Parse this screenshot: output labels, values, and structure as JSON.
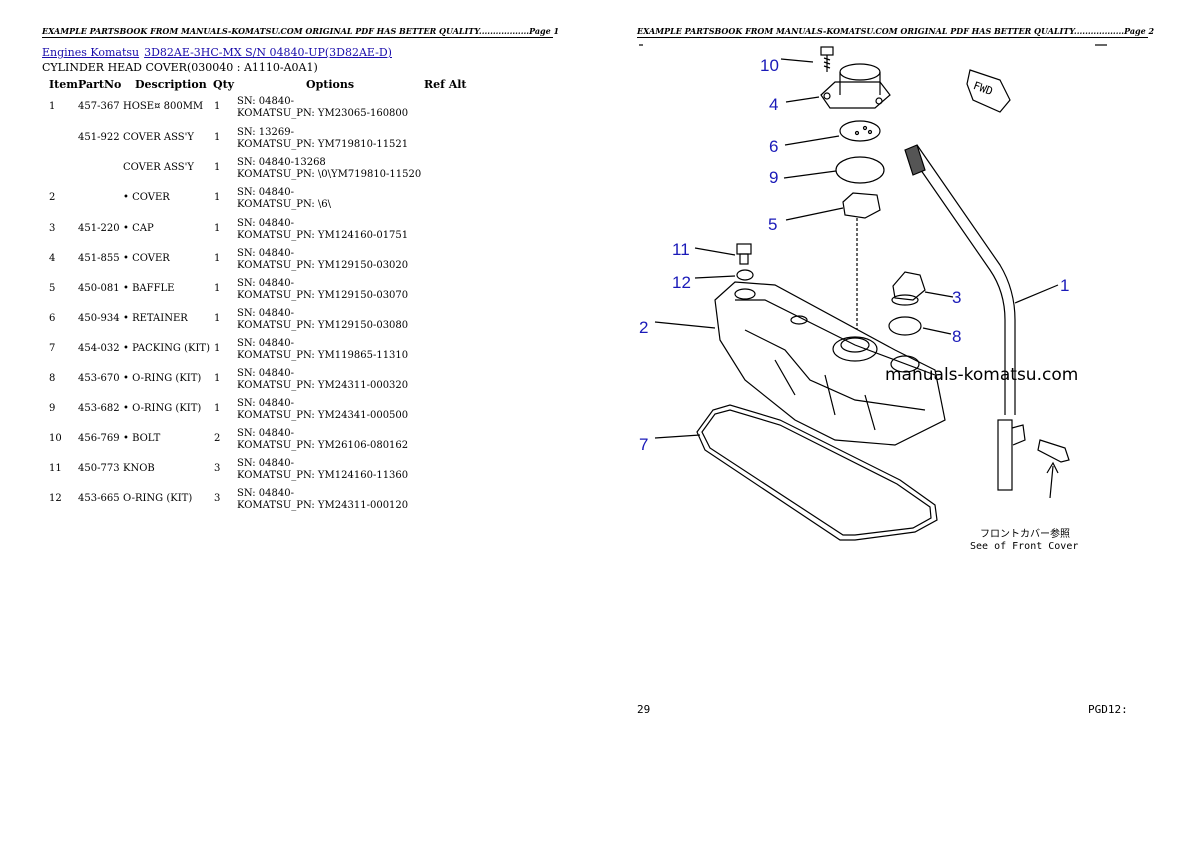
{
  "page1": {
    "header": "EXAMPLE PARTSBOOK FROM MANUALS-KOMATSU.COM ORIGINAL PDF HAS BETTER QUALITY..................Page 1",
    "breadcrumb": [
      "Engines Komatsu",
      "3D82AE-3HC-MX S/N 04840-UP(3D82AE-D)"
    ],
    "subtitle": "CYLINDER HEAD COVER(030040 : A1110-A0A1)",
    "columns": {
      "item": "Item",
      "partno": "PartNo",
      "description": "Description",
      "qty": "Qty",
      "options": "Options",
      "refalt": "Ref Alt"
    },
    "rows": [
      {
        "item": "1",
        "partno": "457-367",
        "desc": "HOSE¤ 800MM",
        "qty": "1",
        "opt1": "SN: 04840-",
        "opt2": "KOMATSU_PN: YM23065-160800"
      },
      {
        "item": "",
        "partno": "451-922",
        "desc": "COVER ASS'Y",
        "qty": "1",
        "opt1": "SN: 13269-",
        "opt2": "KOMATSU_PN: YM719810-11521"
      },
      {
        "item": "",
        "partno": "",
        "desc": "COVER ASS'Y",
        "qty": "1",
        "opt1": "SN: 04840-13268",
        "opt2": "KOMATSU_PN: \\0\\YM719810-11520"
      },
      {
        "item": "2",
        "partno": "",
        "desc": "• COVER",
        "qty": "1",
        "opt1": "SN: 04840-",
        "opt2": "KOMATSU_PN: \\6\\"
      },
      {
        "item": "3",
        "partno": "451-220",
        "desc": "• CAP",
        "qty": "1",
        "opt1": "SN: 04840-",
        "opt2": "KOMATSU_PN: YM124160-01751"
      },
      {
        "item": "4",
        "partno": "451-855",
        "desc": "• COVER",
        "qty": "1",
        "opt1": "SN: 04840-",
        "opt2": "KOMATSU_PN: YM129150-03020"
      },
      {
        "item": "5",
        "partno": "450-081",
        "desc": "• BAFFLE",
        "qty": "1",
        "opt1": "SN: 04840-",
        "opt2": "KOMATSU_PN: YM129150-03070"
      },
      {
        "item": "6",
        "partno": "450-934",
        "desc": "• RETAINER",
        "qty": "1",
        "opt1": "SN: 04840-",
        "opt2": "KOMATSU_PN: YM129150-03080"
      },
      {
        "item": "7",
        "partno": "454-032",
        "desc": "• PACKING (KIT)",
        "qty": "1",
        "opt1": "SN: 04840-",
        "opt2": "KOMATSU_PN: YM119865-11310"
      },
      {
        "item": "8",
        "partno": "453-670",
        "desc": "• O-RING (KIT)",
        "qty": "1",
        "opt1": "SN: 04840-",
        "opt2": "KOMATSU_PN: YM24311-000320"
      },
      {
        "item": "9",
        "partno": "453-682",
        "desc": "• O-RING (KIT)",
        "qty": "1",
        "opt1": "SN: 04840-",
        "opt2": "KOMATSU_PN: YM24341-000500"
      },
      {
        "item": "10",
        "partno": "456-769",
        "desc": "• BOLT",
        "qty": "2",
        "opt1": "SN: 04840-",
        "opt2": "KOMATSU_PN: YM26106-080162"
      },
      {
        "item": "11",
        "partno": "450-773",
        "desc": "KNOB",
        "qty": "3",
        "opt1": "SN: 04840-",
        "opt2": "KOMATSU_PN: YM124160-11360"
      },
      {
        "item": "12",
        "partno": "453-665",
        "desc": "O-RING (KIT)",
        "qty": "3",
        "opt1": "SN: 04840-",
        "opt2": "KOMATSU_PN: YM24311-000120"
      }
    ]
  },
  "page2": {
    "header": "EXAMPLE PARTSBOOK FROM MANUALS-KOMATSU.COM ORIGINAL PDF HAS BETTER QUALITY..................Page 2",
    "callouts": [
      "10",
      "4",
      "6",
      "9",
      "5",
      "11",
      "12",
      "2",
      "7",
      "3",
      "8",
      "1"
    ],
    "fwd_label": "FWD",
    "watermark": "manuals-komatsu.com",
    "note_jp": "フロントカバー参照",
    "note_en": "See of Front Cover",
    "page_number": "29",
    "figure_code": "PGD12:",
    "callout_color": "#1a1ab8"
  }
}
